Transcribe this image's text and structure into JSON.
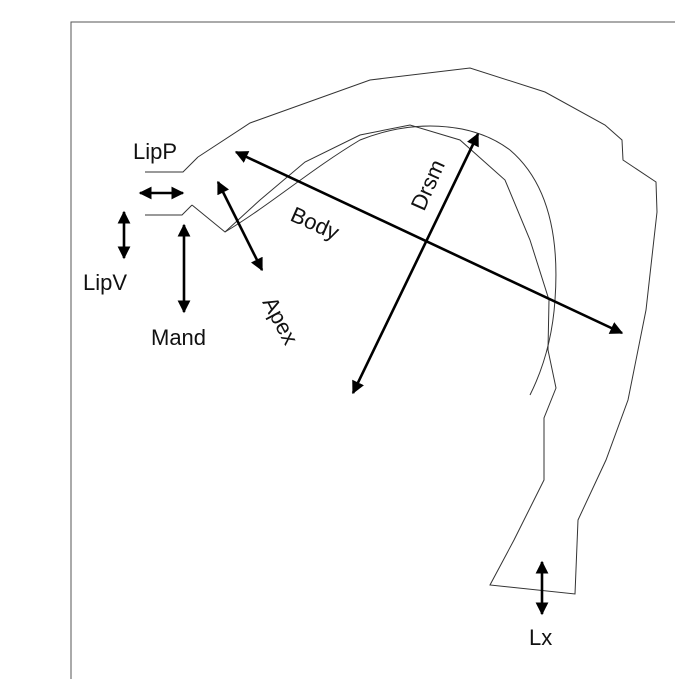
{
  "diagram": {
    "labels": {
      "lip_p": "LipP",
      "lip_v": "LipV",
      "mand": "Mand",
      "apex": "Apex",
      "body": "Body",
      "drsm": "Drsm",
      "lx": "Lx"
    }
  }
}
